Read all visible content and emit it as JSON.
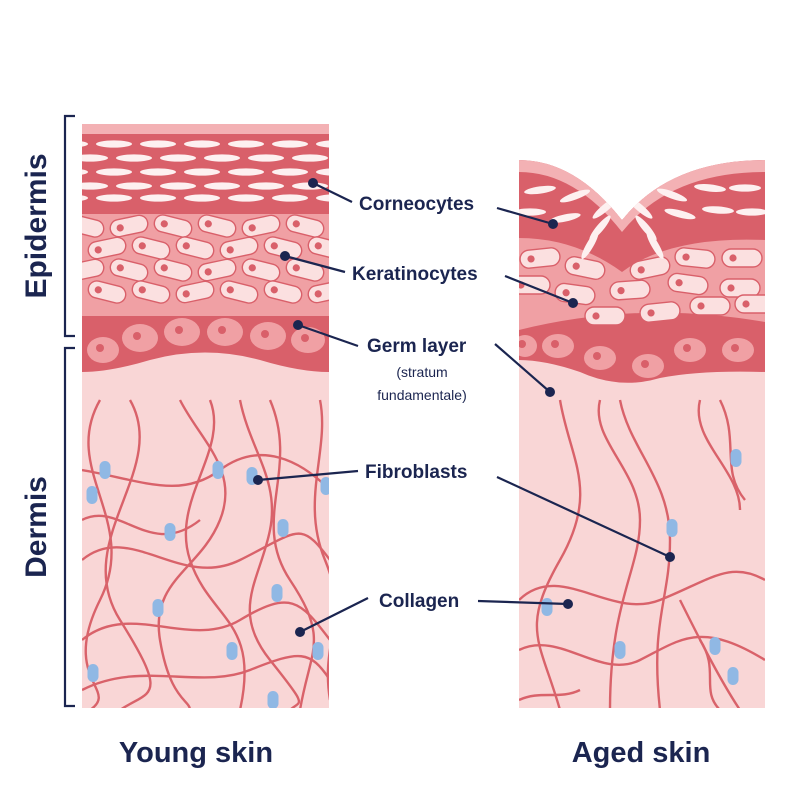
{
  "side_labels": {
    "epidermis": "Epidermis",
    "dermis": "Dermis"
  },
  "panel_titles": {
    "young": "Young skin",
    "aged": "Aged skin"
  },
  "callouts": {
    "corneocytes": "Corneocytes",
    "keratinocytes": "Keratinocytes",
    "germ_layer": "Germ layer",
    "germ_layer_sub_1": "(stratum",
    "germ_layer_sub_2": "fundamentale)",
    "fibroblasts": "Fibroblasts",
    "collagen": "Collagen"
  },
  "colors": {
    "navy": "#1b2550",
    "dermis_bg": "#f9d6d6",
    "collagen_fiber": "#d9626a",
    "corneocyte_layer": "#d9606a",
    "keratinocyte_layer": "#f0a0a4",
    "keratinocyte_cell": "#fbe0e0",
    "germ_layer": "#d9606a",
    "germ_cell": "#f0a0a4",
    "nucleus": "#d9606a",
    "fibroblast": "#90b8e4"
  }
}
